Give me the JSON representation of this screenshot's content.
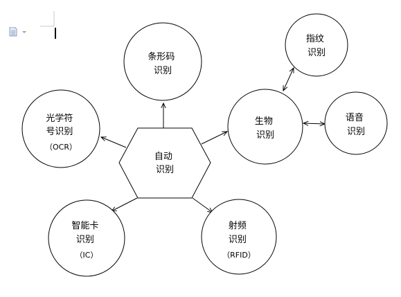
{
  "center": {
    "lines": [
      "自动",
      "识别"
    ]
  },
  "nodes": {
    "barcode": {
      "lines": [
        "条形码",
        "识别"
      ]
    },
    "ocr": {
      "lines": [
        "光学符",
        "号识别",
        "（OCR）"
      ]
    },
    "bio": {
      "lines": [
        "生物",
        "识别"
      ]
    },
    "finger": {
      "lines": [
        "指纹",
        "识别"
      ]
    },
    "voice": {
      "lines": [
        "语音",
        "识别"
      ]
    },
    "ic": {
      "lines": [
        "智能卡",
        "识别",
        "（IC）"
      ]
    },
    "rfid": {
      "lines": [
        "射频",
        "识别",
        "（RFID）"
      ]
    }
  },
  "icons": {
    "document": "document-icon",
    "dropdown": "dropdown-arrow-icon"
  },
  "colors": {
    "stroke": "#000000",
    "icon": "#8a9fc7",
    "background": "#ffffff"
  }
}
